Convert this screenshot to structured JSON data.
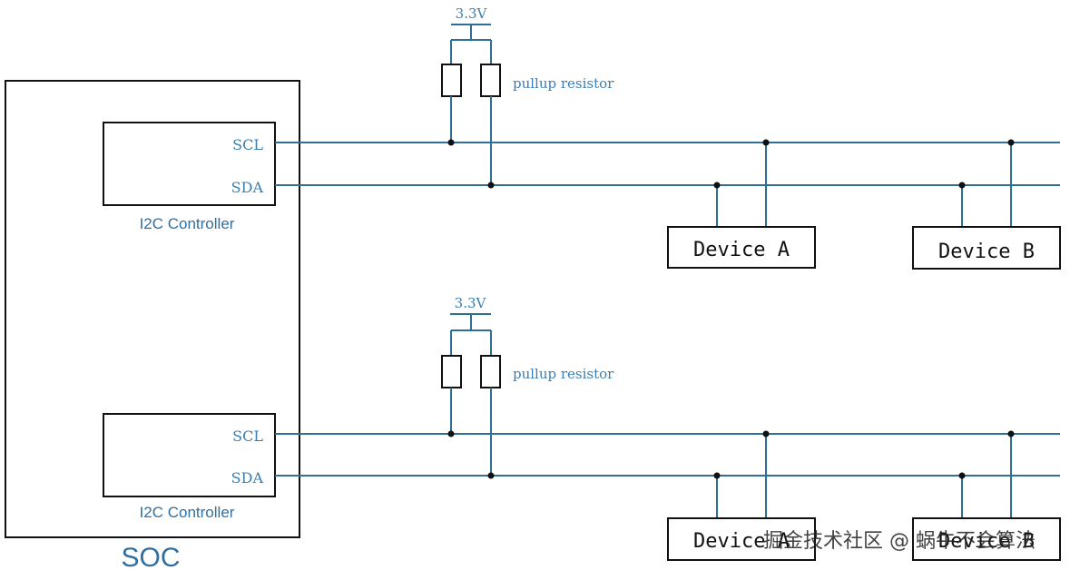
{
  "soc": {
    "label": "SOC"
  },
  "controllers": [
    {
      "label": "I2C Controller",
      "scl_label": "SCL",
      "sda_label": "SDA"
    },
    {
      "label": "I2C Controller",
      "scl_label": "SCL",
      "sda_label": "SDA"
    }
  ],
  "buses": [
    {
      "supply_label": "3.3V",
      "resistor_label": "pullup resistor",
      "devices": [
        "Device A",
        "Device B"
      ]
    },
    {
      "supply_label": "3.3V",
      "resistor_label": "pullup resistor",
      "devices": [
        "Device A",
        "Device B"
      ]
    }
  ],
  "watermark": {
    "text": "掘金技术社区 @ 蜗牛不会算法"
  },
  "colors": {
    "wire": "#2e6f96",
    "label_blue": "#3a7fb0",
    "outline": "#111111"
  }
}
